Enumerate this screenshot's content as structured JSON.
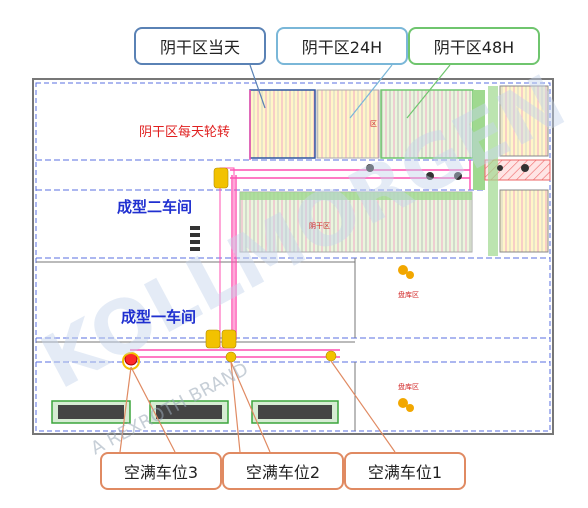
{
  "callouts_top": {
    "today": "阴干区当天",
    "h24": "阴干区24H",
    "h48": "阴干区48H"
  },
  "callouts_bottom": {
    "slot3": "空满车位3",
    "slot2": "空满车位2",
    "slot1": "空满车位1"
  },
  "plan_labels": {
    "rotation": "阴干区每天轮转",
    "workshop2": "成型二车间",
    "workshop1": "成型一车间",
    "zone_small": "区",
    "shade_mid": "阴干区",
    "storage_upper": "盘库区",
    "storage_lower": "盘库区"
  },
  "watermark": {
    "main": "KOLLMORGEN",
    "sub": "A REXROTH BRAND"
  },
  "colors": {
    "wall_blue": "#5a6fe0",
    "route_pink": "#ff4fb0",
    "agv_yellow": "#f2c200",
    "green_zone": "#8fd48a",
    "yellow_zone": "#fff2b0"
  }
}
